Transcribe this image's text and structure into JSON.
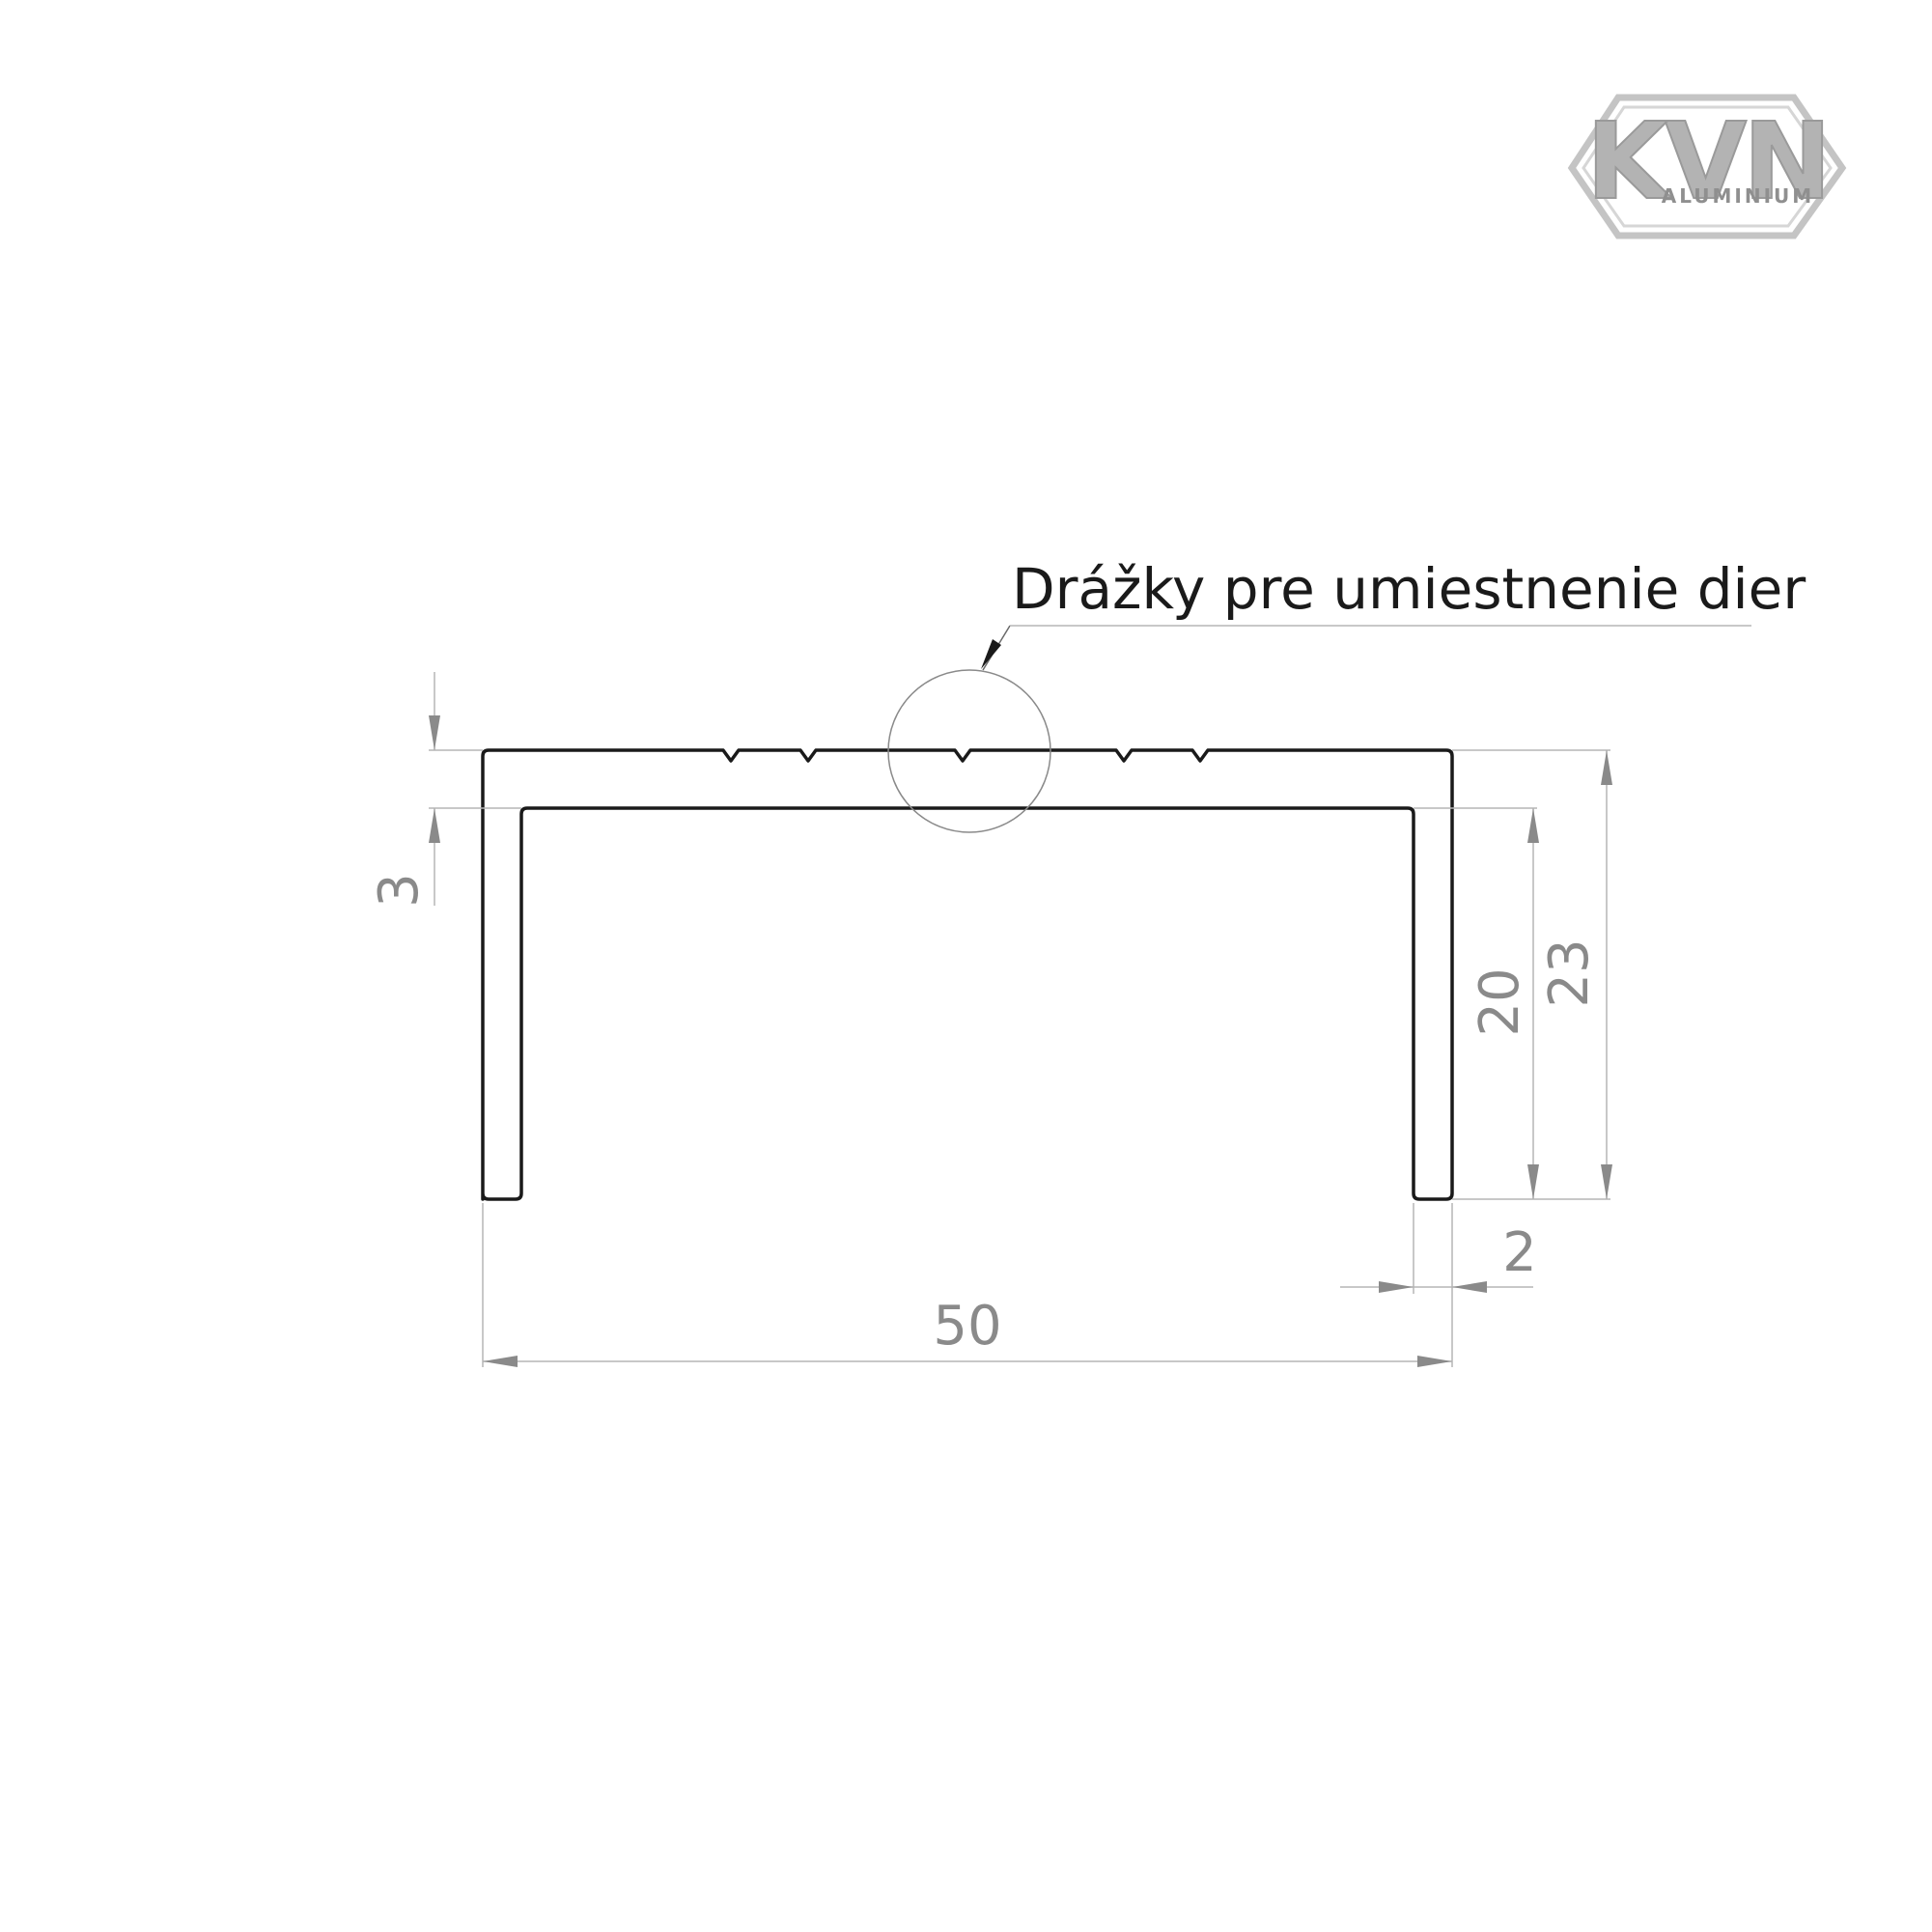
{
  "logo": {
    "text": "KVN",
    "subtext": "ALUMINIUM",
    "color": "#a8a8a8"
  },
  "annotation": {
    "label": "Drážky pre umiestnenie dier"
  },
  "dimensions": {
    "overall_width": "50",
    "overall_height": "23",
    "inner_height": "20",
    "top_thickness": "3",
    "wall_thickness": "2"
  },
  "colors": {
    "profile_stroke": "#1a1a1a",
    "dimension_line": "#b5b5b5",
    "dimension_text": "#8a8a8a"
  }
}
